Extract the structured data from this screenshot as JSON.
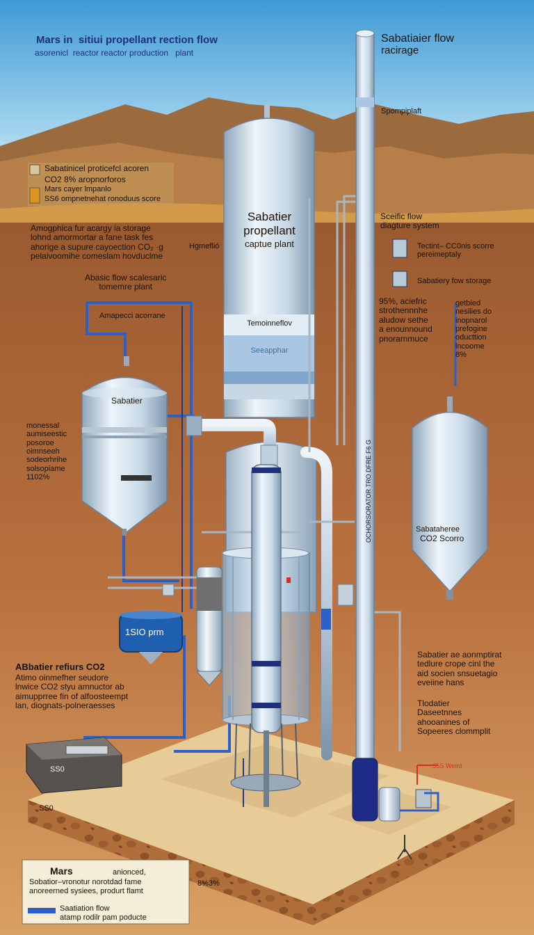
{
  "title": {
    "line1": "Mars in  sitiui propellant rection flow",
    "line2": "asorenicl  reactor reactor production   plant"
  },
  "top_right": {
    "title_line1": "Sabatiaier flow",
    "title_line2": "racirage",
    "small": "Spompiplaft"
  },
  "legend_top": {
    "item1": "Sabatinicel proticefcl acoren",
    "item2": "CO2 8% aropnorforos",
    "item3": "Mars cayer lmpanlo",
    "item4": "SS6 ompnetnehat ronoduus score"
  },
  "left_notes": {
    "storage": "Amogphica fur acargy ia storage\nlohnd amormortar a fane task fes\nahorige a supure cayoection CO₂ ·g\npelaivoomihe comeslam hovduclme",
    "flow_label": "Abasic flow scalesaric\ntomemre plant",
    "ampe": "Amapecci acorrane",
    "side": "monessal\naumiseestic\nposoroe\noimnseeh\nsodeorhrihe\nsolsopiame\n1102%",
    "hgmefl": "Hgmeflió",
    "ab_title": "ABbatier refiurs CO2",
    "ab_body": "Atimo oinmefher seudore\nlnwice CO2 styu amnuctor ab\naimupprree fin of alfoosteempt\nlan, diognats-polneraesses"
  },
  "tower": {
    "title1": "Sabatier",
    "title2": "propellant",
    "title3": "captue plant",
    "band": "Temoinneflov",
    "band2": "Seeapphar"
  },
  "left_tank": {
    "label": "Sabatier"
  },
  "right_tank": {
    "label1": "Sabataheree",
    "label2": "CO2 Scorro"
  },
  "pump": {
    "label": "1SIO prm"
  },
  "pole": {
    "vertical_text": "OCHORSORATOR TRO DFRE F6 G"
  },
  "right_notes": {
    "diag_title": "Sceific flow\ndiagture system",
    "item1": "Tectint– CC0nis scorre\npereimeptaly",
    "item2": "Sabatiery fow storage",
    "p95": "95%, aciefric\nstrothennnhe\naludow sethe\na enounnound\npnorarnmuce",
    "getbied": "getbied\nnesilies do\ninopnarol\nprefogine\noducttion\nlncoome\n8%",
    "bottom1": "Sabatier ae aonmptirat\ntedlure crope cinl the\naid socien snsuetagio\neveiine hans",
    "bottom2": "Tlodatier\nDaseetnnes\nahooanines of\nSopeeres clommplit",
    "marker": ".55S Weird"
  },
  "pad": {
    "label_box": "SS0",
    "label_box2": "SS0"
  },
  "bottom_panel": {
    "mars": "Mars",
    "right_word": "anionced,",
    "line1": "Sobatior–vronotur norotdad fame",
    "line2": "anoreerned sysiees, produrt flamt",
    "pct": "8%3%",
    "legend1": "Saatiation flow",
    "legend2": "atamp rodilr pam poducte"
  },
  "colors": {
    "sky": "#7fc4ea",
    "ground": "#b86a3a",
    "hills": "#a3723e",
    "steel": "#c9d9e6",
    "pipe_blue": "#2a60c8",
    "sand": "#e4c490",
    "navy": "#1f2f7a",
    "accent_red": "#d83020"
  }
}
